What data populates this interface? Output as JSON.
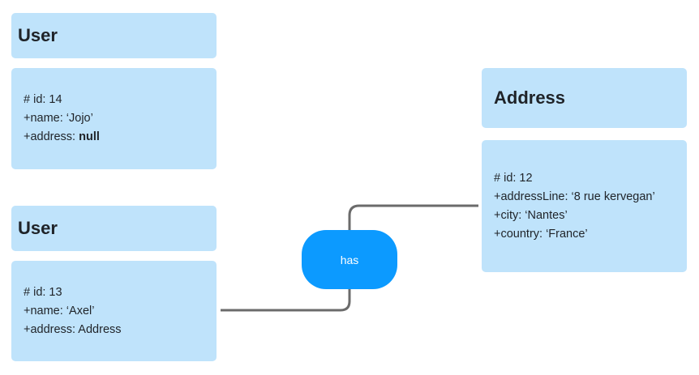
{
  "user1": {
    "title": "User",
    "attrs": {
      "id": "# id: 14",
      "name": "+name: ‘Jojo’",
      "address_prefix": "+address: ",
      "address_value": "null"
    }
  },
  "user2": {
    "title": "User",
    "attrs": {
      "id": "# id: 13",
      "name": "+name: ‘Axel’",
      "address": "+address: Address"
    }
  },
  "address": {
    "title": "Address",
    "attrs": {
      "id": "# id: 12",
      "addressLine": "+addressLine: ‘8 rue kervegan’",
      "city": "+city: ‘Nantes’",
      "country": "+country: ‘France’"
    }
  },
  "relation": {
    "label": "has"
  },
  "colors": {
    "box_fill": "#bfe3fb",
    "relation_fill": "#0c9aff",
    "connector": "#6b6b6b"
  }
}
